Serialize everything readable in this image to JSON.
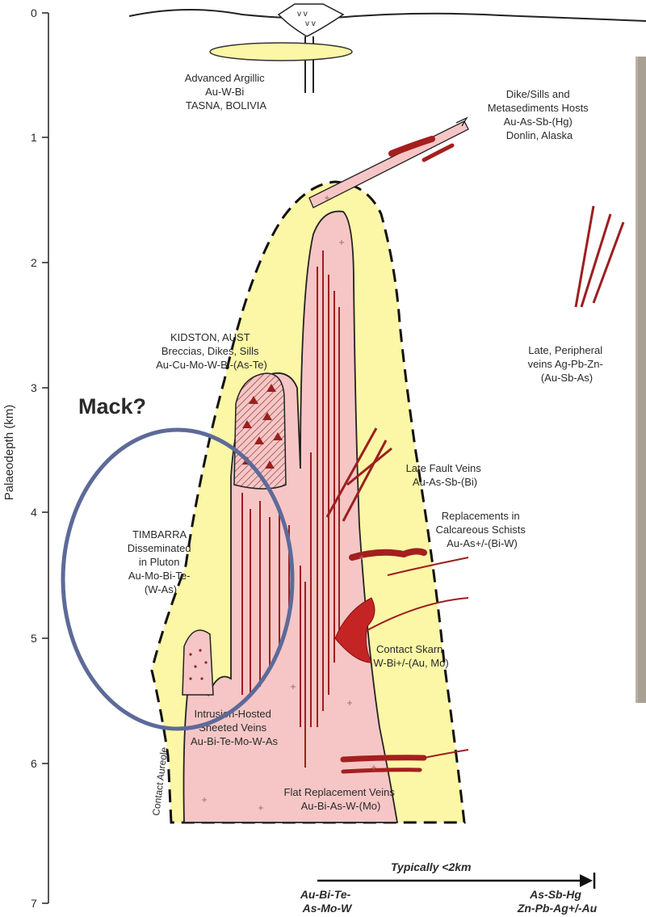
{
  "axis": {
    "label": "Palaeodepth (km)",
    "ticks": [
      "0",
      "1",
      "2",
      "3",
      "4",
      "5",
      "6",
      "7"
    ]
  },
  "labels": {
    "advanced_argillic": [
      "Advanced Argillic",
      "Au-W-Bi",
      "TASNA, BOLIVIA"
    ],
    "dike_sills": [
      "Dike/Sills and",
      "Metasediments Hosts",
      "Au-As-Sb-(Hg)",
      "Donlin, Alaska"
    ],
    "kidston": [
      "KIDSTON, AUST",
      "Breccias, Dikes, Sills",
      "Au-Cu-Mo-W-Bi-(As-Te)"
    ],
    "late_peripheral": [
      "Late, Peripheral",
      "veins Ag-Pb-Zn-",
      "(Au-Sb-As)"
    ],
    "mack": "Mack?",
    "late_fault": [
      "Late Fault Veins",
      "Au-As-Sb-(Bi)"
    ],
    "replacements": [
      "Replacements in",
      "Calcareous Schists",
      "Au-As+/-(Bi-W)"
    ],
    "timbarra": [
      "TIMBARRA",
      "Disseminated",
      "in Pluton",
      "Au-Mo-Bi-Te-",
      "(W-As)"
    ],
    "contact_skarn": [
      "Contact Skarn",
      "W-Bi+/-(Au, Mo)"
    ],
    "intrusion_hosted": [
      "Intrusion-Hosted",
      "Sheeted Veins",
      "Au-Bi-Te-Mo-W-As"
    ],
    "contact_aureole": "Contact Aureole",
    "flat_replacement": [
      "Flat Replacement Veins",
      "Au-Bi-As-W-(Mo)"
    ],
    "typically": "Typically <2km",
    "left_suite": [
      "Au-Bi-Te-",
      "As-Mo-W"
    ],
    "right_suite": [
      "As-Sb-Hg",
      "Zn-Pb-Ag+/-Au"
    ]
  },
  "colors": {
    "aureole": "#fbf7a6",
    "pluton": "#f6c6c6",
    "vein": "#9c1f1f",
    "ellipse": "#5d6a99"
  }
}
